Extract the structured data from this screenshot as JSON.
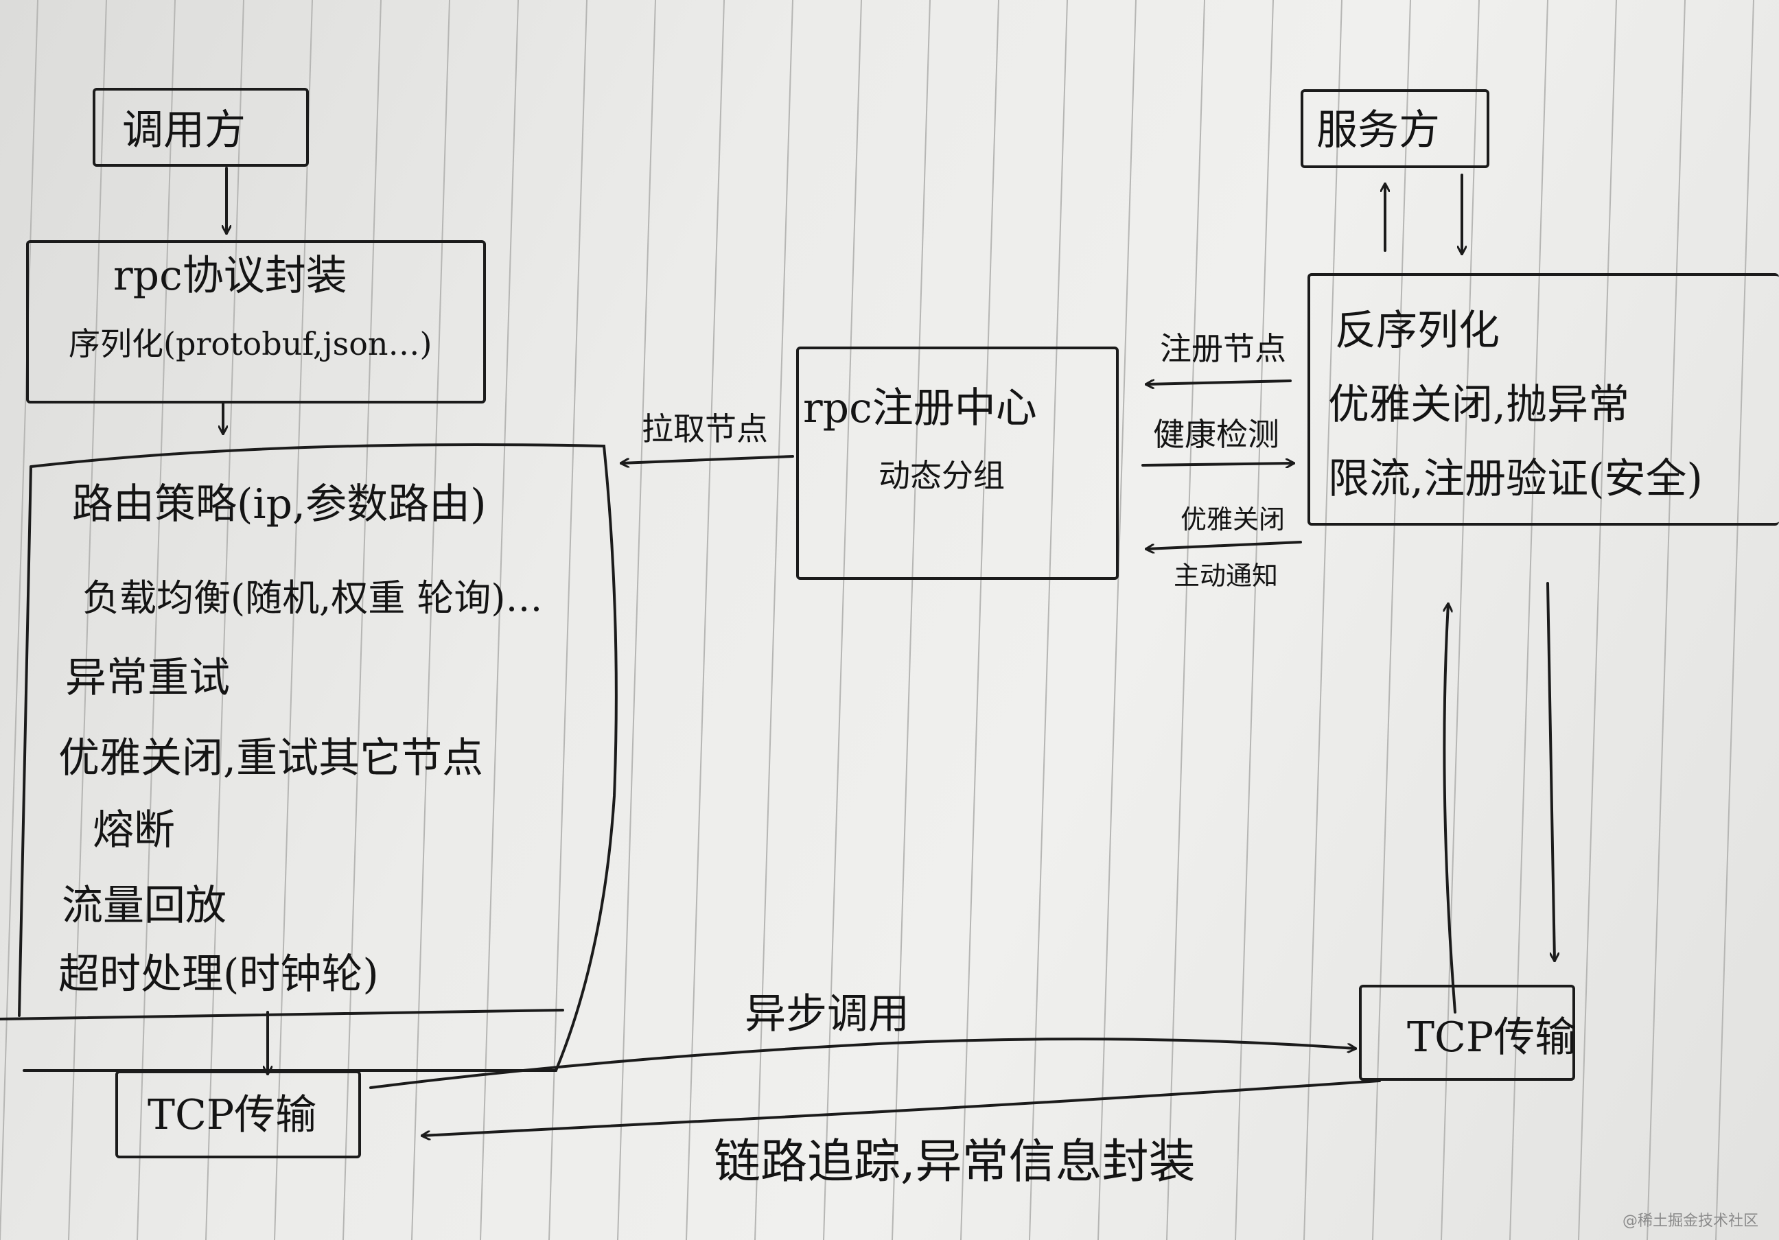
{
  "caller": {
    "title": "调用方",
    "protocol": "rpc协议封装",
    "serialize": "序列化(protobuf,json…)",
    "items": [
      "路由策略(ip,参数路由)",
      "负载均衡(随机,权重 轮询)…",
      "异常重试",
      "优雅关闭,重试其它节点",
      "熔断",
      "流量回放",
      "超时处理(时钟轮)"
    ],
    "tcp": "TCP传输"
  },
  "registry": {
    "title": "rpc注册中心",
    "subtitle": "动态分组"
  },
  "provider": {
    "title": "服务方",
    "items": [
      "反序列化",
      "优雅关闭,抛异常",
      "限流,注册验证(安全)"
    ],
    "tcp": "TCP传输"
  },
  "edges": {
    "pull_nodes": "拉取节点",
    "register_node": "注册节点",
    "health_check": "健康检测",
    "graceful_close": "优雅关闭",
    "active_notify": "主动通知",
    "async_call": "异步调用",
    "trace": "链路追踪,异常信息封装"
  },
  "watermark": "@稀土掘金技术社区"
}
